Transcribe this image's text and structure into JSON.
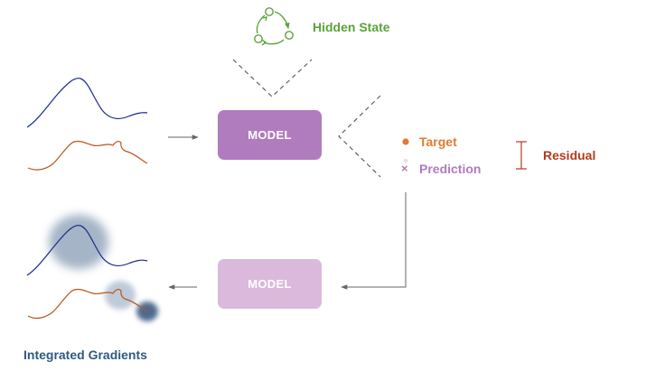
{
  "hidden_state": {
    "label": "Hidden State",
    "color": "#5aa33a",
    "icon": "cycle-arrows-icon"
  },
  "model_top": {
    "label": "MODEL",
    "color": "#b07cbe"
  },
  "model_bottom": {
    "label": "MODEL",
    "color": "#dab9dd"
  },
  "legend": {
    "target": {
      "label": "Target",
      "color": "#e07a32"
    },
    "prediction": {
      "label": "Prediction",
      "color": "#b07cbe",
      "marker": "×"
    }
  },
  "residual": {
    "label": "Residual",
    "color": "#b43a1f"
  },
  "integrated_gradients": {
    "label": "Integrated Gradients",
    "color": "#2e5a82"
  },
  "colors": {
    "series_blue": "#1a2a8c",
    "series_orange": "#b8571e",
    "arrow": "#666666",
    "blob": "#5b7798"
  }
}
